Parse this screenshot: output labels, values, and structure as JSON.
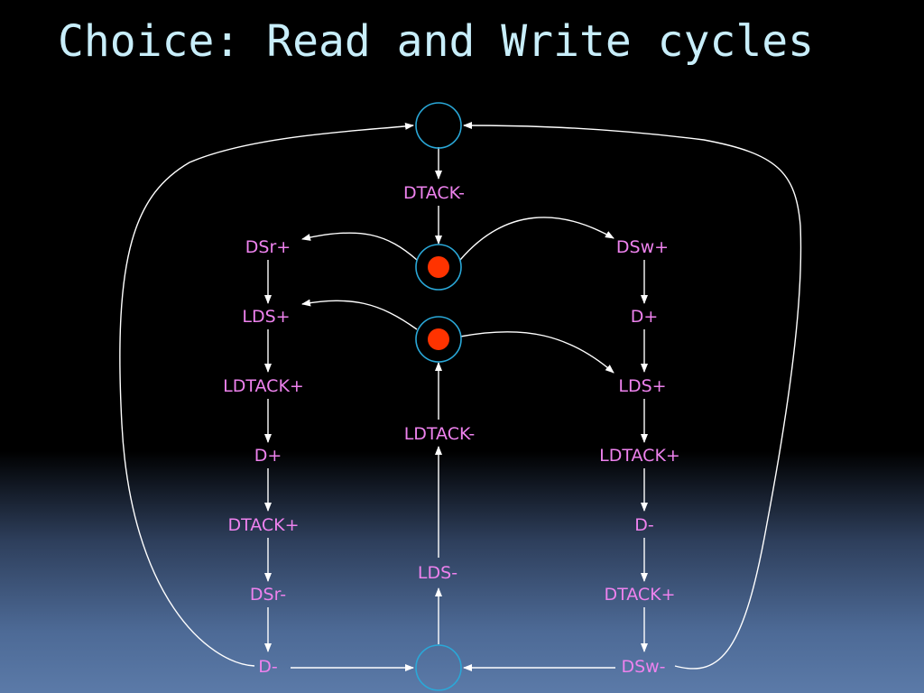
{
  "title": "Choice: Read and Write cycles",
  "colors": {
    "label": "#ee82ee",
    "place_stroke": "#2aa8d8",
    "token": "#ff3300",
    "arc": "#ffffff",
    "title": "#c8eefa"
  },
  "diagram": {
    "places": [
      {
        "id": "p_top",
        "tokens": 0
      },
      {
        "id": "p_choice",
        "tokens": 1
      },
      {
        "id": "p_lds",
        "tokens": 1
      },
      {
        "id": "p_bottom",
        "tokens": 0
      }
    ],
    "read_cycle": [
      "DSr+",
      "LDS+",
      "LDTACK+",
      "D+",
      "DTACK+",
      "DSr-",
      "D-"
    ],
    "write_cycle": [
      "DSw+",
      "D+",
      "LDS+",
      "LDTACK+",
      "D-",
      "DTACK+",
      "DSw-"
    ],
    "center": {
      "dtack_minus": "DTACK-",
      "ldtack_minus": "LDTACK-",
      "lds_minus": "LDS-"
    }
  }
}
